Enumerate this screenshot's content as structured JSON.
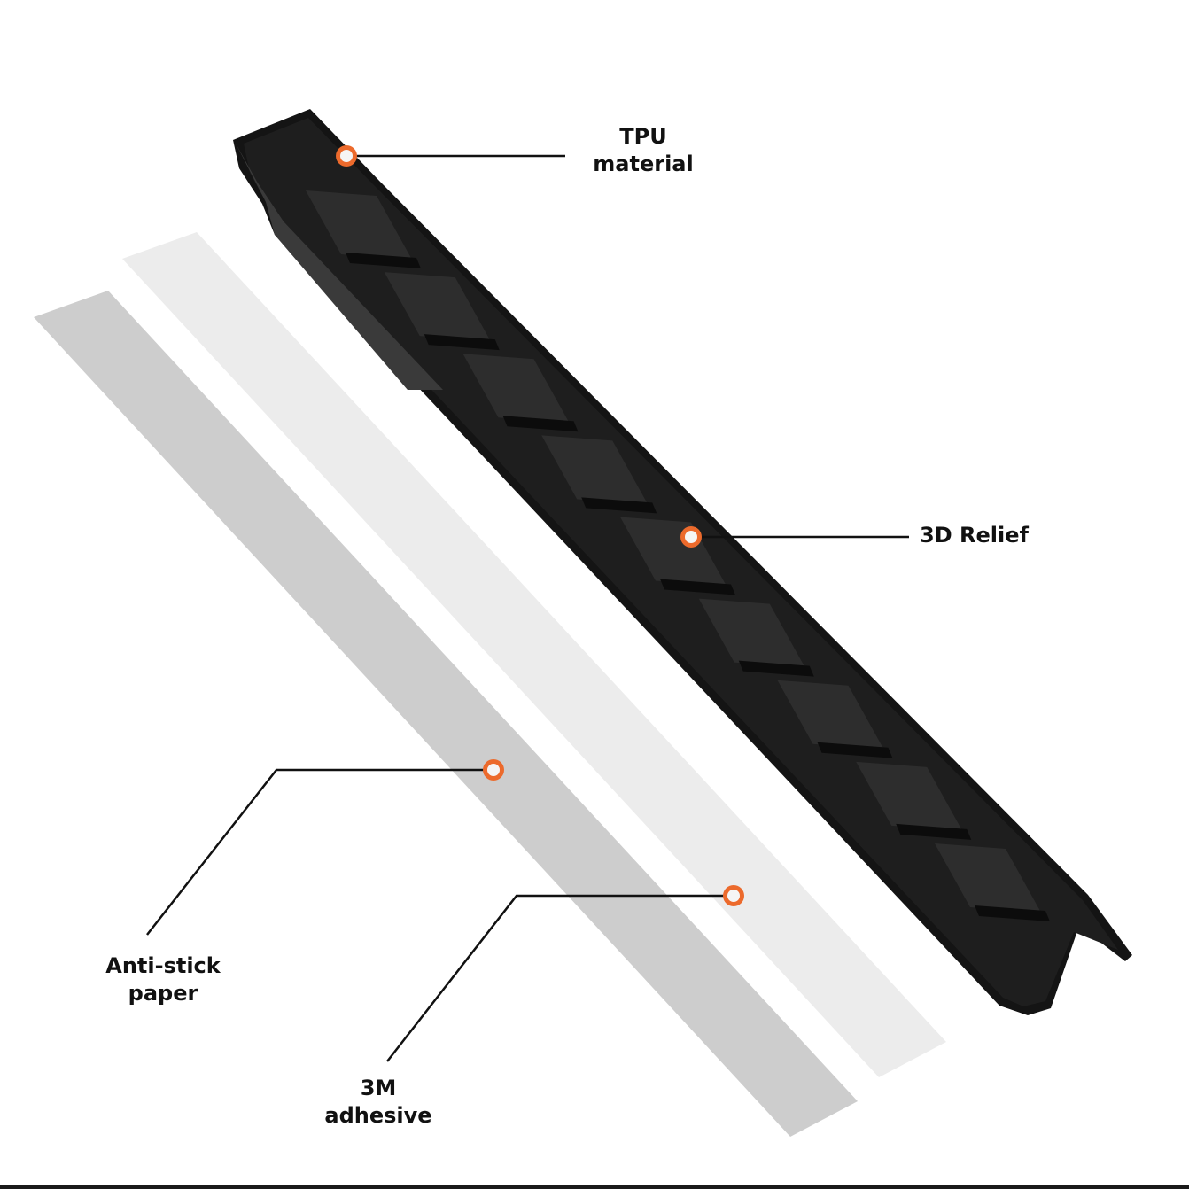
{
  "colors": {
    "background": "#ffffff",
    "strip_body": "#1e1e1e",
    "strip_edge": "#141414",
    "strip_highlight": "#3a3a3a",
    "strip_rib_dark": "#0c0c0c",
    "adhesive_layer": "#ececec",
    "antistick_layer": "#cdcdcd",
    "callout_marker": "#ec6a2c",
    "callout_marker_center": "#f5f5f5",
    "leader_line": "#111111",
    "label_text": "#111111"
  },
  "callouts": {
    "tpu": {
      "line1": "TPU",
      "line2": "material"
    },
    "relief": {
      "text": "3D Relief"
    },
    "antistick": {
      "line1": "Anti-stick",
      "line2": "paper"
    },
    "adhesive": {
      "line1": "3M",
      "line2": "adhesive"
    }
  }
}
